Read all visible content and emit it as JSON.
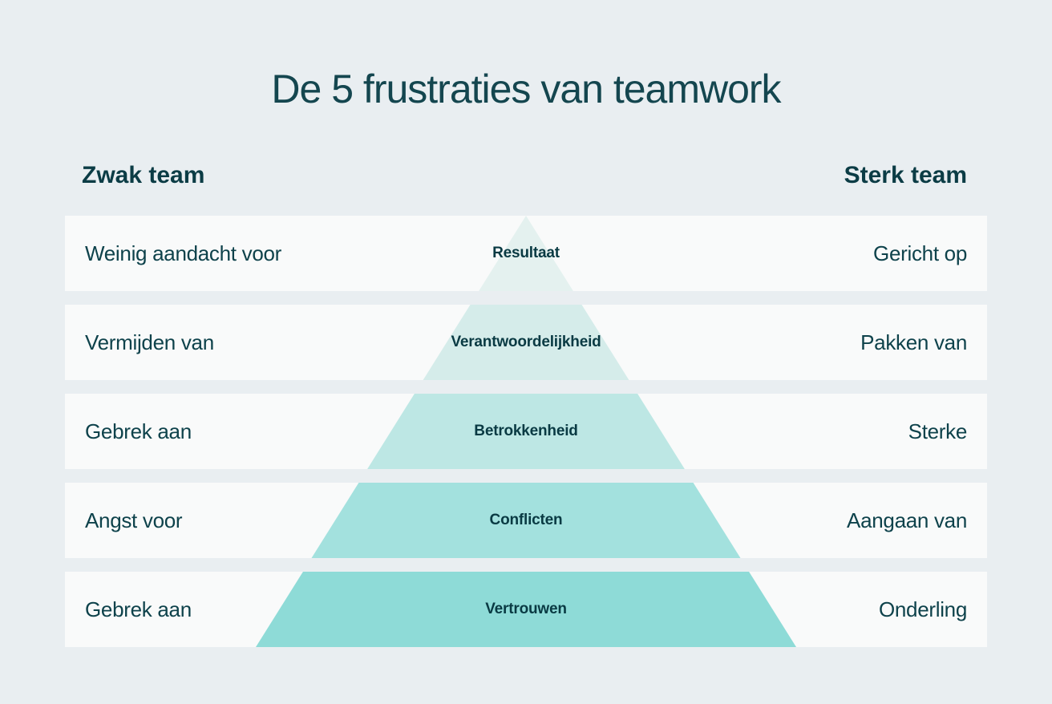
{
  "title": "De 5 frustraties van teamwork",
  "headers": {
    "left": "Zwak team",
    "right": "Sterk team"
  },
  "rows": [
    {
      "left": "Weinig aandacht voor",
      "center": "Resultaat",
      "right": "Gericht op",
      "color": "#e4f1ef"
    },
    {
      "left": "Vermijden van",
      "center": "Verantwoordelijkheid",
      "right": "Pakken van",
      "color": "#d5ecea"
    },
    {
      "left": "Gebrek aan",
      "center": "Betrokkenheid",
      "right": "Sterke",
      "color": "#bde7e4"
    },
    {
      "left": "Angst voor",
      "center": "Conflicten",
      "right": "Aangaan van",
      "color": "#a3e1de"
    },
    {
      "left": "Gebrek aan",
      "center": "Vertrouwen",
      "right": "Onderling",
      "color": "#8edbd7"
    }
  ],
  "colors": {
    "page_bg": "#e9eef1",
    "row_bg": "#f9fafa",
    "title_text": "#14464f",
    "header_text": "#0b3c45",
    "label_text": "#0e424b",
    "center_label_text": "#093a43"
  }
}
